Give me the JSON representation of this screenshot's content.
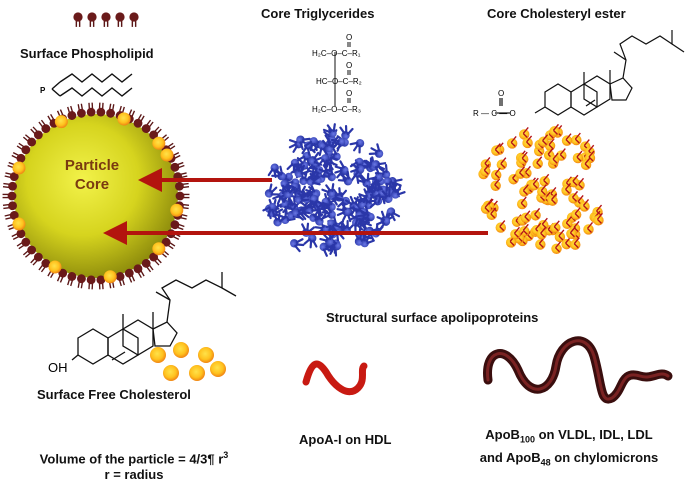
{
  "labels": {
    "surface_phospholipid": "Surface Phospholipid",
    "core_triglycerides": "Core Triglycerides",
    "core_cholesteryl_ester": "Core Cholesteryl ester",
    "particle_core_line1": "Particle",
    "particle_core_line2": "Core",
    "surface_free_cholesterol": "Surface Free Cholesterol",
    "structural_apolipoproteins": "Structural surface apolipoproteins",
    "apoa1": "ApoA-I on HDL",
    "apob_line1_a": "ApoB",
    "apob_line1_sub": "100",
    "apob_line1_b": " on VLDL, IDL, LDL",
    "apob_line2_a": "and ApoB",
    "apob_line2_sub": "48",
    "apob_line2_b": " on chylomicrons",
    "volume_a": "Volume of the particle = 4/3¶ r",
    "volume_sup": "3",
    "radius": "r = radius"
  },
  "chem": {
    "phospholipid_head": "P",
    "tg_row1": "H₂C–O–C–R₁",
    "tg_row2": "HC–O–C–R₂",
    "tg_row3": "H₂C–O–C–R₃",
    "tg_o": "O",
    "ester_r": "R — C — O",
    "ester_o": "O",
    "oh": "OH"
  },
  "colors": {
    "core_gradient_light": "#e8ec3a",
    "core_gradient_dark": "#9a9a10",
    "phospholipid_head": "#6a1a1a",
    "cholesterol_ball_outer": "#f39a1e",
    "cholesterol_ball_inner": "#ffd53a",
    "triglyceride_blue": "#3140b8",
    "arrow_red": "#b3140e",
    "apoa1_red": "#c81a12",
    "apob_dark": "#3a0e0e"
  }
}
